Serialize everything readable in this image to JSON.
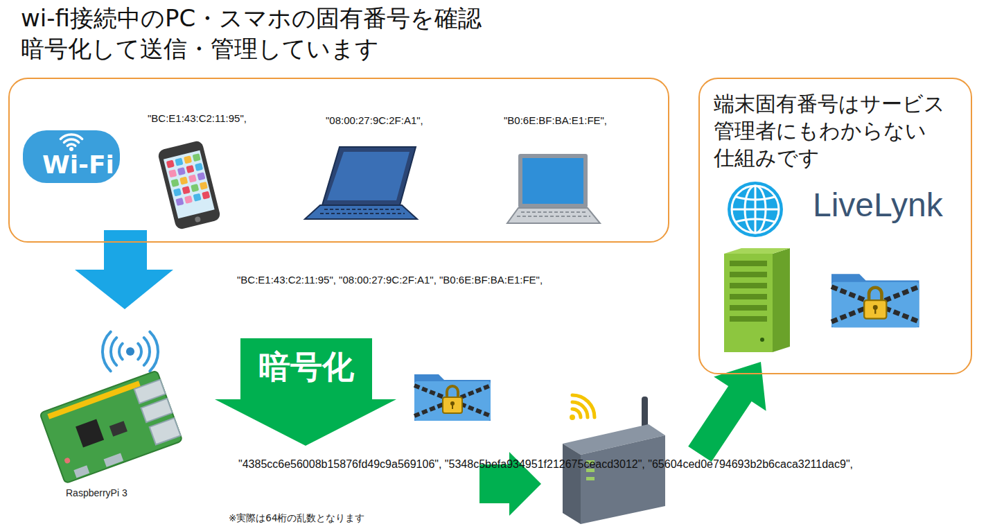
{
  "diagram": {
    "title": "wi-fi接続中のPC・スマホの固有番号を確認 暗号化して送信・管理しています",
    "nodes": [
      {
        "text": []
      },
      {
        "text": [
          "Wi-Fi"
        ],
        "in": 0
      },
      {
        "text": [
          "\"BC:E1:43:C2:11:95\","
        ],
        "in": 0
      },
      {
        "text": [
          "\"08:00:27:9C:2F:A1\","
        ],
        "in": 0
      },
      {
        "text": [
          "\"B0:6E:BF:BA:E1:FE\","
        ],
        "in": 0
      },
      {
        "text": [
          "端末固有番号はサービス 管理者にもわからない 仕組みです"
        ]
      },
      {
        "text": [
          "\"BC:E1:43:C2:11:95\", \"08:00:27:9C:2F:A1\", \"B0:6E:BF:BA:E1:FE\","
        ]
      },
      {
        "text": [
          "暗号化"
        ]
      },
      {
        "text": [
          "\"4385cc6e56008b15876fd49c9a569106\", \"5348c5befa934951f212675ceacd3012\", \"65604ced0e794693b2b6caca3211dac9\","
        ]
      }
    ],
    "labels": [
      "LiveLynk",
      "RaspberryPi 3",
      "※実際は64桁の乱数となります"
    ]
  }
}
